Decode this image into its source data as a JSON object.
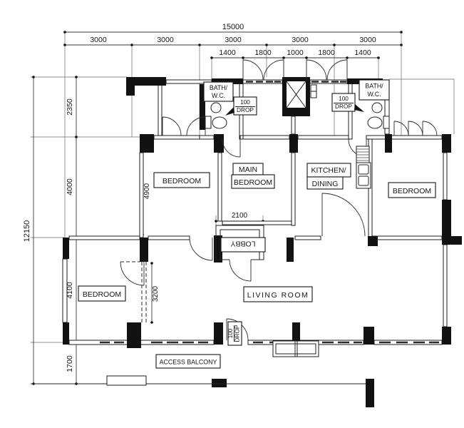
{
  "drawing": {
    "kind": "architectural floor plan"
  },
  "labels": {
    "bedroom_tl": "BEDROOM",
    "main_1": "MAIN",
    "main_2": "BEDROOM",
    "kitchen_1": "KITCHEN/",
    "kitchen_2": "DINING",
    "bedroom_r": "BEDROOM",
    "bedroom_bl": "BEDROOM",
    "living": "LIVING ROOM",
    "balcony": "ACCESS BALCONY",
    "lobby": "LOBBY",
    "bath_1": "BATH/",
    "bath_2": "W.C.",
    "drop_1": "100",
    "drop_2": "DROP"
  },
  "dims": {
    "total_w": "15000",
    "w1": "3000",
    "w2": "3000",
    "w3": "3000",
    "w4": "3000",
    "w5": "3000",
    "s1": "1400",
    "s2": "1800",
    "s3": "1000",
    "s4": "1800",
    "s5": "1400",
    "total_h": "12150",
    "h1": "2350",
    "h2": "4000",
    "h3": "4100",
    "h4": "1700",
    "d4900": "4900",
    "d2100": "2100",
    "d3200": "3200"
  }
}
